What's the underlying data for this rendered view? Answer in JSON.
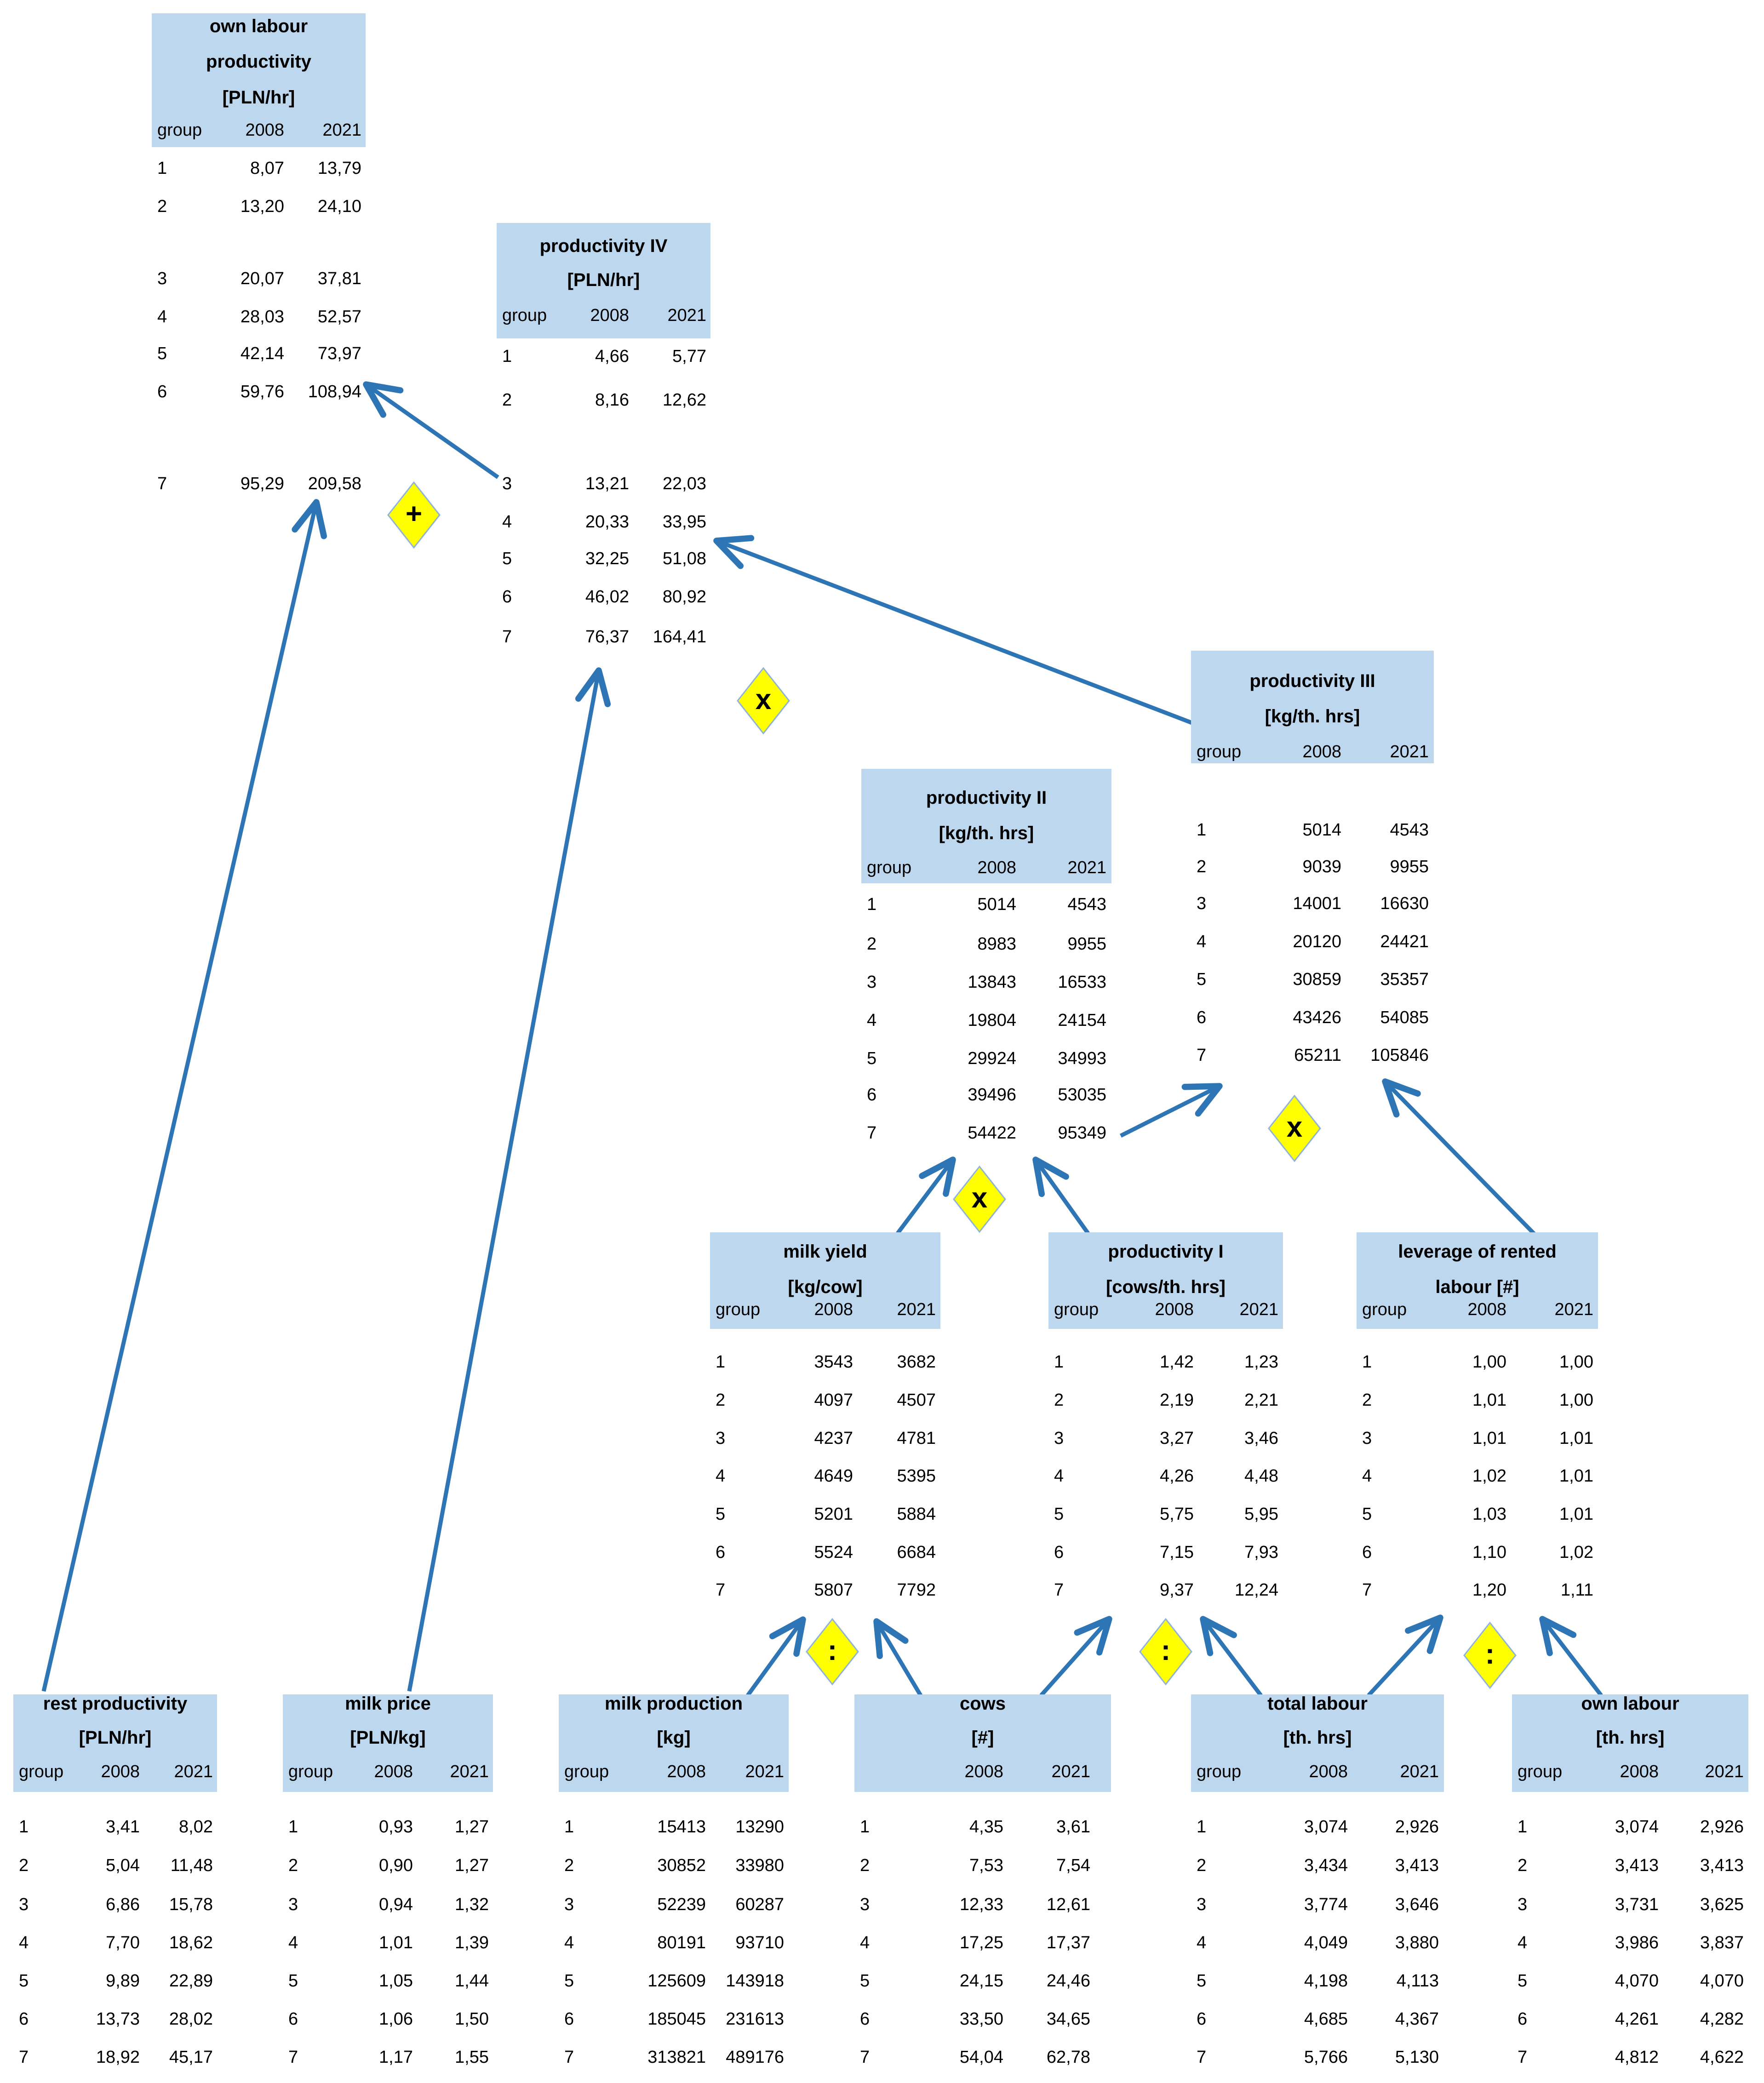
{
  "colors": {
    "header_bg": "#BDD7EE",
    "arrow_blue": "#2E75B6",
    "diamond_fill": "#FFFF00",
    "diamond_border": "#8FB4D8",
    "text": "#000000"
  },
  "tables": [
    {
      "id": "own-labour-productivity",
      "title_lines": [
        "own labour",
        "productivity",
        "[PLN/hr]"
      ],
      "columns": [
        "group",
        "2008",
        "2021"
      ],
      "rows": [
        [
          "1",
          "8,07",
          "13,79"
        ],
        [
          "2",
          "13,20",
          "24,10"
        ],
        [
          "3",
          "20,07",
          "37,81"
        ],
        [
          "4",
          "28,03",
          "52,57"
        ],
        [
          "5",
          "42,14",
          "73,97"
        ],
        [
          "6",
          "59,76",
          "108,94"
        ],
        [
          "7",
          "95,29",
          "209,58"
        ]
      ]
    },
    {
      "id": "productivity-iv",
      "title_lines": [
        "productivity IV",
        "[PLN/hr]"
      ],
      "columns": [
        "group",
        "2008",
        "2021"
      ],
      "rows": [
        [
          "1",
          "4,66",
          "5,77"
        ],
        [
          "2",
          "8,16",
          "12,62"
        ],
        [
          "3",
          "13,21",
          "22,03"
        ],
        [
          "4",
          "20,33",
          "33,95"
        ],
        [
          "5",
          "32,25",
          "51,08"
        ],
        [
          "6",
          "46,02",
          "80,92"
        ],
        [
          "7",
          "76,37",
          "164,41"
        ]
      ]
    },
    {
      "id": "productivity-iii",
      "title_lines": [
        "productivity III",
        "[kg/th. hrs]"
      ],
      "columns": [
        "group",
        "2008",
        "2021"
      ],
      "rows": [
        [
          "1",
          "5014",
          "4543"
        ],
        [
          "2",
          "9039",
          "9955"
        ],
        [
          "3",
          "14001",
          "16630"
        ],
        [
          "4",
          "20120",
          "24421"
        ],
        [
          "5",
          "30859",
          "35357"
        ],
        [
          "6",
          "43426",
          "54085"
        ],
        [
          "7",
          "65211",
          "105846"
        ]
      ]
    },
    {
      "id": "productivity-ii",
      "title_lines": [
        "productivity II",
        "[kg/th. hrs]"
      ],
      "columns": [
        "group",
        "2008",
        "2021"
      ],
      "rows": [
        [
          "1",
          "5014",
          "4543"
        ],
        [
          "2",
          "8983",
          "9955"
        ],
        [
          "3",
          "13843",
          "16533"
        ],
        [
          "4",
          "19804",
          "24154"
        ],
        [
          "5",
          "29924",
          "34993"
        ],
        [
          "6",
          "39496",
          "53035"
        ],
        [
          "7",
          "54422",
          "95349"
        ]
      ]
    },
    {
      "id": "milk-yield",
      "title_lines": [
        "milk yield",
        "[kg/cow]"
      ],
      "columns": [
        "group",
        "2008",
        "2021"
      ],
      "rows": [
        [
          "1",
          "3543",
          "3682"
        ],
        [
          "2",
          "4097",
          "4507"
        ],
        [
          "3",
          "4237",
          "4781"
        ],
        [
          "4",
          "4649",
          "5395"
        ],
        [
          "5",
          "5201",
          "5884"
        ],
        [
          "6",
          "5524",
          "6684"
        ],
        [
          "7",
          "5807",
          "7792"
        ]
      ]
    },
    {
      "id": "productivity-i",
      "title_lines": [
        "productivity I",
        "[cows/th. hrs]"
      ],
      "columns": [
        "group",
        "2008",
        "2021"
      ],
      "rows": [
        [
          "1",
          "1,42",
          "1,23"
        ],
        [
          "2",
          "2,19",
          "2,21"
        ],
        [
          "3",
          "3,27",
          "3,46"
        ],
        [
          "4",
          "4,26",
          "4,48"
        ],
        [
          "5",
          "5,75",
          "5,95"
        ],
        [
          "6",
          "7,15",
          "7,93"
        ],
        [
          "7",
          "9,37",
          "12,24"
        ]
      ]
    },
    {
      "id": "leverage-of-rented-labour",
      "title_lines": [
        "leverage of rented",
        "labour [#]"
      ],
      "columns": [
        "group",
        "2008",
        "2021"
      ],
      "rows": [
        [
          "1",
          "1,00",
          "1,00"
        ],
        [
          "2",
          "1,01",
          "1,00"
        ],
        [
          "3",
          "1,01",
          "1,01"
        ],
        [
          "4",
          "1,02",
          "1,01"
        ],
        [
          "5",
          "1,03",
          "1,01"
        ],
        [
          "6",
          "1,10",
          "1,02"
        ],
        [
          "7",
          "1,20",
          "1,11"
        ]
      ]
    },
    {
      "id": "rest-productivity",
      "title_lines": [
        "rest productivity",
        "[PLN/hr]"
      ],
      "columns": [
        "group",
        "2008",
        "2021"
      ],
      "rows": [
        [
          "1",
          "3,41",
          "8,02"
        ],
        [
          "2",
          "5,04",
          "11,48"
        ],
        [
          "3",
          "6,86",
          "15,78"
        ],
        [
          "4",
          "7,70",
          "18,62"
        ],
        [
          "5",
          "9,89",
          "22,89"
        ],
        [
          "6",
          "13,73",
          "28,02"
        ],
        [
          "7",
          "18,92",
          "45,17"
        ]
      ]
    },
    {
      "id": "milk-price",
      "title_lines": [
        "milk price",
        "[PLN/kg]"
      ],
      "columns": [
        "group",
        "2008",
        "2021"
      ],
      "rows": [
        [
          "1",
          "0,93",
          "1,27"
        ],
        [
          "2",
          "0,90",
          "1,27"
        ],
        [
          "3",
          "0,94",
          "1,32"
        ],
        [
          "4",
          "1,01",
          "1,39"
        ],
        [
          "5",
          "1,05",
          "1,44"
        ],
        [
          "6",
          "1,06",
          "1,50"
        ],
        [
          "7",
          "1,17",
          "1,55"
        ]
      ]
    },
    {
      "id": "milk-production",
      "title_lines": [
        "milk production",
        "[kg]"
      ],
      "columns": [
        "group",
        "2008",
        "2021"
      ],
      "rows": [
        [
          "1",
          "15413",
          "13290"
        ],
        [
          "2",
          "30852",
          "33980"
        ],
        [
          "3",
          "52239",
          "60287"
        ],
        [
          "4",
          "80191",
          "93710"
        ],
        [
          "5",
          "125609",
          "143918"
        ],
        [
          "6",
          "185045",
          "231613"
        ],
        [
          "7",
          "313821",
          "489176"
        ]
      ]
    },
    {
      "id": "cows",
      "title_lines": [
        "cows",
        "[#]"
      ],
      "columns": [
        "",
        "2008",
        "2021"
      ],
      "rows": [
        [
          "1",
          "4,35",
          "3,61"
        ],
        [
          "2",
          "7,53",
          "7,54"
        ],
        [
          "3",
          "12,33",
          "12,61"
        ],
        [
          "4",
          "17,25",
          "17,37"
        ],
        [
          "5",
          "24,15",
          "24,46"
        ],
        [
          "6",
          "33,50",
          "34,65"
        ],
        [
          "7",
          "54,04",
          "62,78"
        ]
      ]
    },
    {
      "id": "total-labour",
      "title_lines": [
        "total labour",
        "[th. hrs]"
      ],
      "columns": [
        "group",
        "2008",
        "2021"
      ],
      "rows": [
        [
          "1",
          "3,074",
          "2,926"
        ],
        [
          "2",
          "3,434",
          "3,413"
        ],
        [
          "3",
          "3,774",
          "3,646"
        ],
        [
          "4",
          "4,049",
          "3,880"
        ],
        [
          "5",
          "4,198",
          "4,113"
        ],
        [
          "6",
          "4,685",
          "4,367"
        ],
        [
          "7",
          "5,766",
          "5,130"
        ]
      ]
    },
    {
      "id": "own-labour",
      "title_lines": [
        "own labour",
        "[th. hrs]"
      ],
      "columns": [
        "group",
        "2008",
        "2021"
      ],
      "rows": [
        [
          "1",
          "3,074",
          "2,926"
        ],
        [
          "2",
          "3,413",
          "3,413"
        ],
        [
          "3",
          "3,731",
          "3,625"
        ],
        [
          "4",
          "3,986",
          "3,837"
        ],
        [
          "5",
          "4,070",
          "4,070"
        ],
        [
          "6",
          "4,261",
          "4,282"
        ],
        [
          "7",
          "4,812",
          "4,622"
        ]
      ]
    }
  ],
  "operators": [
    {
      "id": "op-plus",
      "symbol": "+"
    },
    {
      "id": "op-times-1",
      "symbol": "x"
    },
    {
      "id": "op-times-2",
      "symbol": "x"
    },
    {
      "id": "op-times-3",
      "symbol": "x"
    },
    {
      "id": "op-divide-1",
      "symbol": ":"
    },
    {
      "id": "op-divide-2",
      "symbol": ":"
    },
    {
      "id": "op-divide-3",
      "symbol": ":"
    }
  ]
}
